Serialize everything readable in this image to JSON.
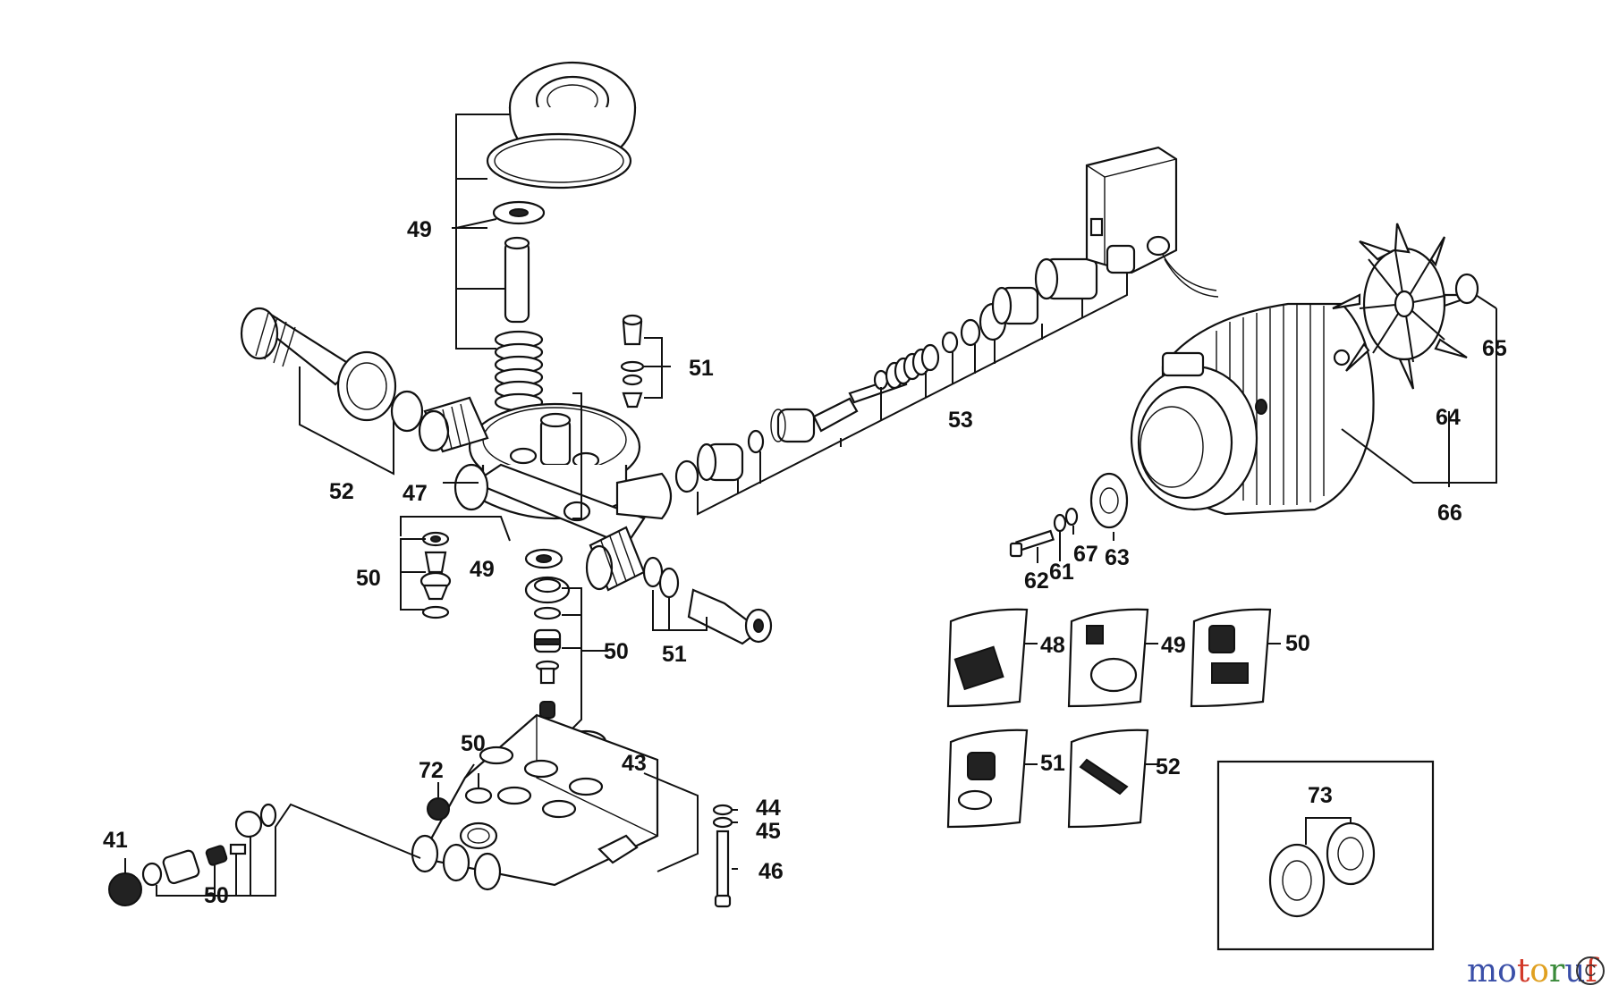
{
  "labels": {
    "l41": "41",
    "l43": "43",
    "l44": "44",
    "l45": "45",
    "l46": "46",
    "l47": "47",
    "l49a": "49",
    "l49b": "49",
    "l49c": "49",
    "l48": "48",
    "l50a": "50",
    "l50b": "50",
    "l50c": "50",
    "l50d": "50",
    "l50e": "50",
    "l51a": "51",
    "l51b": "51",
    "l51c": "51",
    "l52a": "52",
    "l52b": "52",
    "l53": "53",
    "l61": "61",
    "l62": "62",
    "l63": "63",
    "l64": "64",
    "l65": "65",
    "l66": "66",
    "l67": "67",
    "l72": "72",
    "l73": "73"
  },
  "brand": {
    "letters": [
      "m",
      "o",
      "t",
      "o",
      "r",
      "u",
      "f"
    ],
    "colors": [
      "#3a4fa8",
      "#3a4fa8",
      "#d23a2a",
      "#e0a020",
      "#3a8a3a",
      "#3a4fa8",
      "#d23a2a"
    ]
  },
  "corner_mark": "C"
}
